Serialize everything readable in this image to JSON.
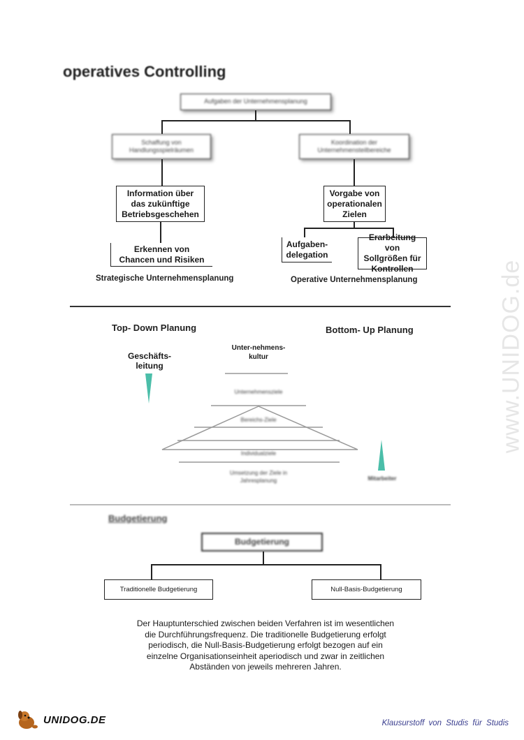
{
  "page_title": "operatives Controlling",
  "section1": {
    "root": "Aufgaben der Unternehmensplanung",
    "left_branch": "Schaffung von Handlungsspielräumen",
    "right_branch": "Koordination der Unternehmensteilbereiche",
    "left_box": "Information über das zukünftige Betriebsgeschehen",
    "left_sub": "Erkennen von Chancen und Risiken",
    "left_caption": "Strategische Unternehmensplanung",
    "right_box": "Vorgabe von operationalen Zielen",
    "right_sub1": "Aufgaben-delegation",
    "right_sub2": "Erarbeitung von Sollgrößen für Kontrollen",
    "right_caption": "Operative Unternehmensplanung"
  },
  "section2": {
    "top_down": "Top- Down Planung",
    "bottom_up": "Bottom- Up Planung",
    "management": "Geschäfts-leitung",
    "culture": "Unter-nehmens-kultur",
    "level1": "Unternehmensziele",
    "level2": "Bereichs-Ziele",
    "level3": "Individualziele",
    "level4": "Umsetzung der Ziele in Jahresplanung",
    "employees": "Mitarbeiter"
  },
  "section3": {
    "heading": "Budgetierung",
    "root": "Budgetierung",
    "left": "Traditionelle Budgetierung",
    "right": "Null-Basis-Budgetierung",
    "paragraph": [
      "Der Hauptunterschied zwischen beiden Verfahren ist im wesentlichen",
      "die Durchführungsfrequenz. Die traditionelle Budgetierung erfolgt",
      "periodisch, die Null-Basis-Budgetierung erfolgt bezogen auf ein",
      "einzelne Organisationseinheit aperiodisch und zwar in zeitlichen",
      "Abständen von jeweils mehreren Jahren."
    ]
  },
  "watermark": "www.UNIDOG.de",
  "footer": {
    "logo_text": "UNIDOG.DE",
    "slogan": "Klausurstoff von Studis für Studis"
  },
  "colors": {
    "accent_teal": "#2bb39a",
    "slogan_blue": "#3b3f8f",
    "logo_brown": "#b5651d"
  }
}
